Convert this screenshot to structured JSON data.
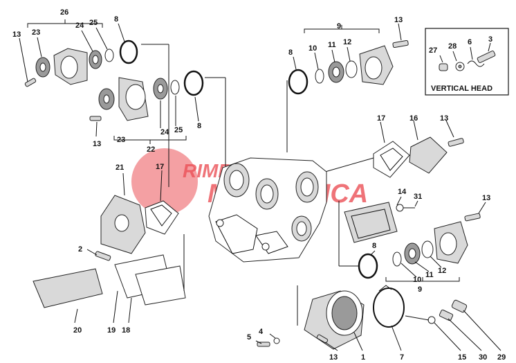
{
  "watermark": {
    "line1": "RIMBICH",
    "line2": "MECCANICA",
    "color": "#e02020"
  },
  "inset": {
    "title": "VERTICAL HEAD",
    "labels": {
      "p27": "27",
      "p28": "28",
      "p6": "6",
      "p3": "3"
    }
  },
  "labels": {
    "l26": "26",
    "l8a": "8",
    "l13a": "13",
    "l23a": "23",
    "l24a": "24",
    "l25a": "25",
    "l13b": "13",
    "l23b": "23",
    "l22": "22",
    "l24b": "24",
    "l25b": "25",
    "l8b": "8",
    "l9a": "9",
    "l13c": "13",
    "l8c": "8",
    "l10a": "10",
    "l11a": "11",
    "l12a": "12",
    "l17a": "17",
    "l16": "16",
    "l13d": "13",
    "l21": "21",
    "l17b": "17",
    "l14": "14",
    "l31": "31",
    "l13e": "13",
    "l8d": "8",
    "l12b": "12",
    "l11b": "11",
    "l10b": "10",
    "l9b": "9",
    "l2": "2",
    "l20": "20",
    "l19": "19",
    "l18": "18",
    "l4": "4",
    "l5": "5",
    "l13f": "13",
    "l1": "1",
    "l7": "7",
    "l15": "15",
    "l30": "30",
    "l29": "29"
  }
}
